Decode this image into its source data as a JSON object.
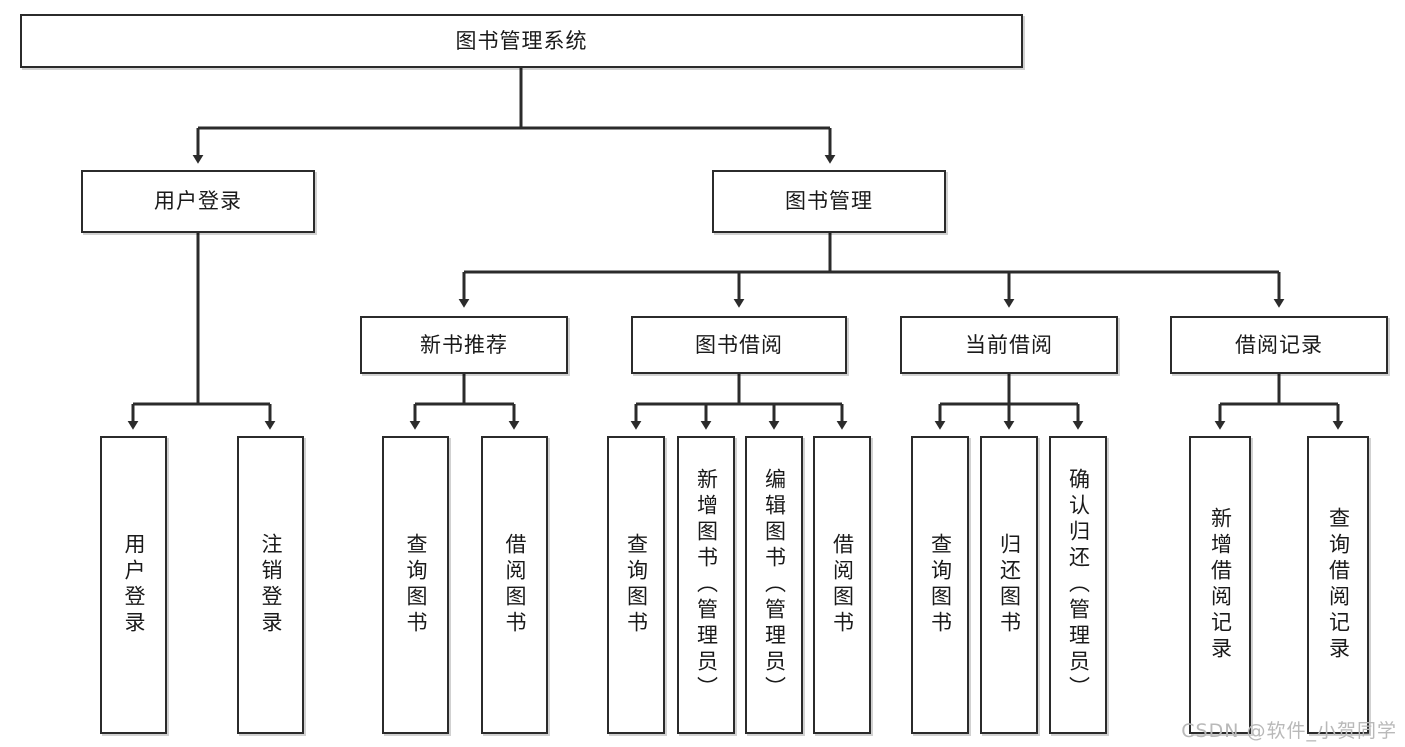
{
  "diagram": {
    "title": "图书管理系统",
    "type": "tree",
    "root": {
      "label": "图书管理系统"
    },
    "level2": [
      {
        "label": "用户登录"
      },
      {
        "label": "图书管理"
      }
    ],
    "level3": [
      {
        "label": "新书推荐"
      },
      {
        "label": "图书借阅"
      },
      {
        "label": "当前借阅"
      },
      {
        "label": "借阅记录"
      }
    ],
    "leaves": {
      "user_login": [
        {
          "label": "用户登录"
        },
        {
          "label": "注销登录"
        }
      ],
      "new_book": [
        {
          "label": "查询图书"
        },
        {
          "label": "借阅图书"
        }
      ],
      "borrow_book": [
        {
          "label": "查询图书"
        },
        {
          "label": "新增图书（管理员）"
        },
        {
          "label": "编辑图书（管理员）"
        },
        {
          "label": "借阅图书"
        }
      ],
      "current_borrow": [
        {
          "label": "查询图书"
        },
        {
          "label": "归还图书"
        },
        {
          "label": "确认归还（管理员）"
        }
      ],
      "borrow_record": [
        {
          "label": "新增借阅记录"
        },
        {
          "label": "查询借阅记录"
        }
      ]
    }
  },
  "watermark": {
    "text": "CSDN @软件_小贺同学"
  },
  "colors": {
    "stroke": "#2b2b2b",
    "fill": "#ffffff",
    "text": "#1a1a1a",
    "watermark": "#b9b9b9"
  }
}
